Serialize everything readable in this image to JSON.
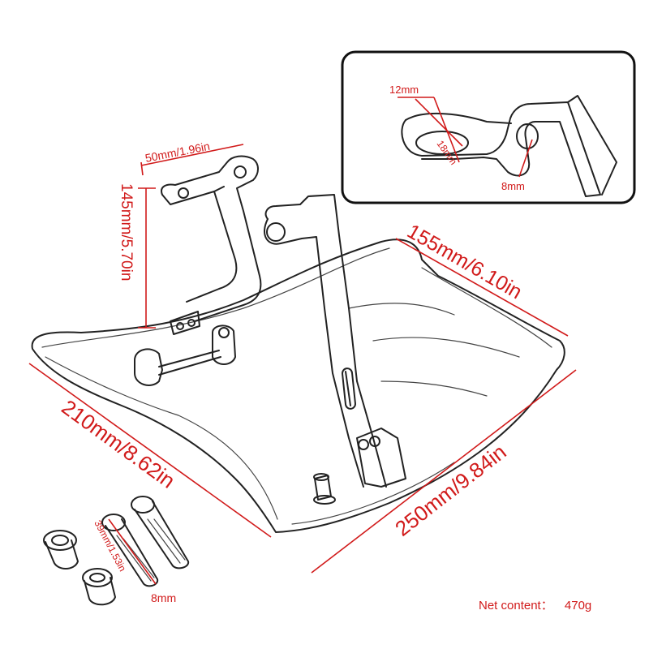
{
  "dimensions": {
    "inset_hole_width": "12mm",
    "inset_hole_length": "18mm",
    "inset_hole_small": "8mm",
    "bracket_width": "50mm/1.96in",
    "bracket_height": "145mm/5.70in",
    "top_edge": "155mm/6.10in",
    "left_edge": "210mm/8.62in",
    "right_edge": "250mm/9.84in",
    "bolt_length": "39mm/1.53in",
    "bolt_diameter": "8mm"
  },
  "net_content": {
    "label": "Net content：",
    "value": "470g"
  },
  "colors": {
    "dimension_text": "#d11a1a",
    "line_art": "#222222",
    "background": "#ffffff"
  }
}
